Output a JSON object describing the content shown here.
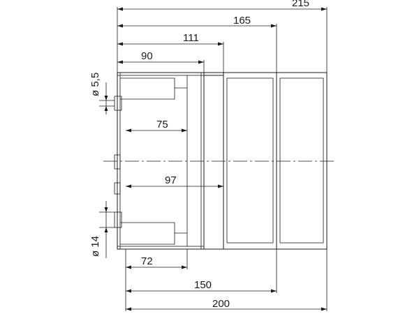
{
  "dimensions": {
    "d215": "215",
    "d165": "165",
    "d111": "111",
    "d90": "90",
    "d75": "75",
    "d97": "97",
    "d72": "72",
    "d150": "150",
    "d200": "200",
    "dia55": "ø 5,5",
    "dia14": "ø 14"
  }
}
